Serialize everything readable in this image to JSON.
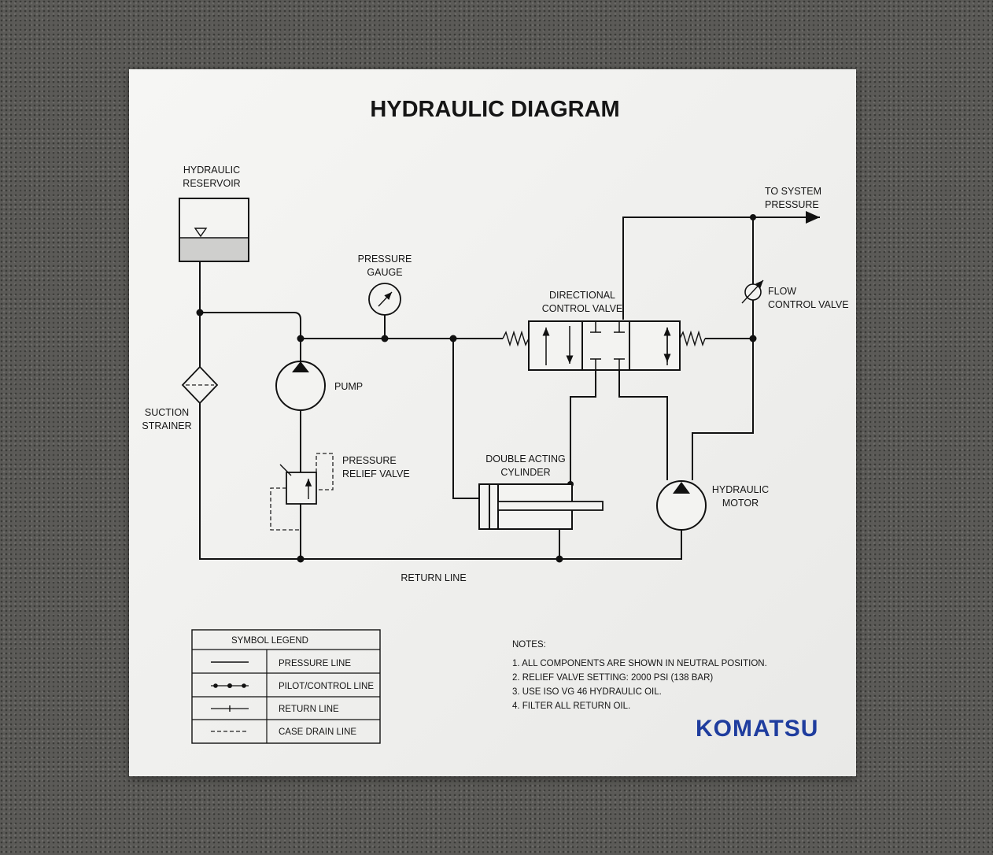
{
  "title": "HYDRAULIC DIAGRAM",
  "components": {
    "reservoir": [
      "HYDRAULIC",
      "RESERVOIR"
    ],
    "pressure_gauge": [
      "PRESSURE",
      "GAUGE"
    ],
    "directional_valve": [
      "DIRECTIONAL",
      "CONTROL VALVE"
    ],
    "to_system": [
      "TO SYSTEM",
      "PRESSURE"
    ],
    "flow_control": [
      "FLOW",
      "CONTROL VALVE"
    ],
    "suction_strainer": [
      "SUCTION",
      "STRAINER"
    ],
    "pump": "PUMP",
    "relief_valve": [
      "PRESSURE",
      "RELIEF VALVE"
    ],
    "cylinder": [
      "DOUBLE ACTING",
      "CYLINDER"
    ],
    "motor": [
      "HYDRAULIC",
      "MOTOR"
    ],
    "return_line": "RETURN LINE"
  },
  "legend": {
    "title": "SYMBOL LEGEND",
    "items": [
      {
        "label": "PRESSURE LINE",
        "symbol": "solid-line"
      },
      {
        "label": "PILOT/CONTROL LINE",
        "symbol": "line-with-dots"
      },
      {
        "label": "RETURN LINE",
        "symbol": "line-with-tick"
      },
      {
        "label": "CASE DRAIN LINE",
        "symbol": "dashed-line"
      }
    ]
  },
  "notes": {
    "title": "NOTES:",
    "items": [
      "1. ALL COMPONENTS ARE SHOWN IN NEUTRAL POSITION.",
      "2. RELIEF VALVE SETTING: 2000 PSI (138 BAR)",
      "3. USE ISO VG 46 HYDRAULIC OIL.",
      "4. FILTER ALL RETURN OIL."
    ]
  },
  "logo": "KOMATSU",
  "colors": {
    "logo": "#1f3d9e",
    "paper": "#f3f3f1",
    "background": "#5b5a57",
    "ink": "#111111"
  }
}
